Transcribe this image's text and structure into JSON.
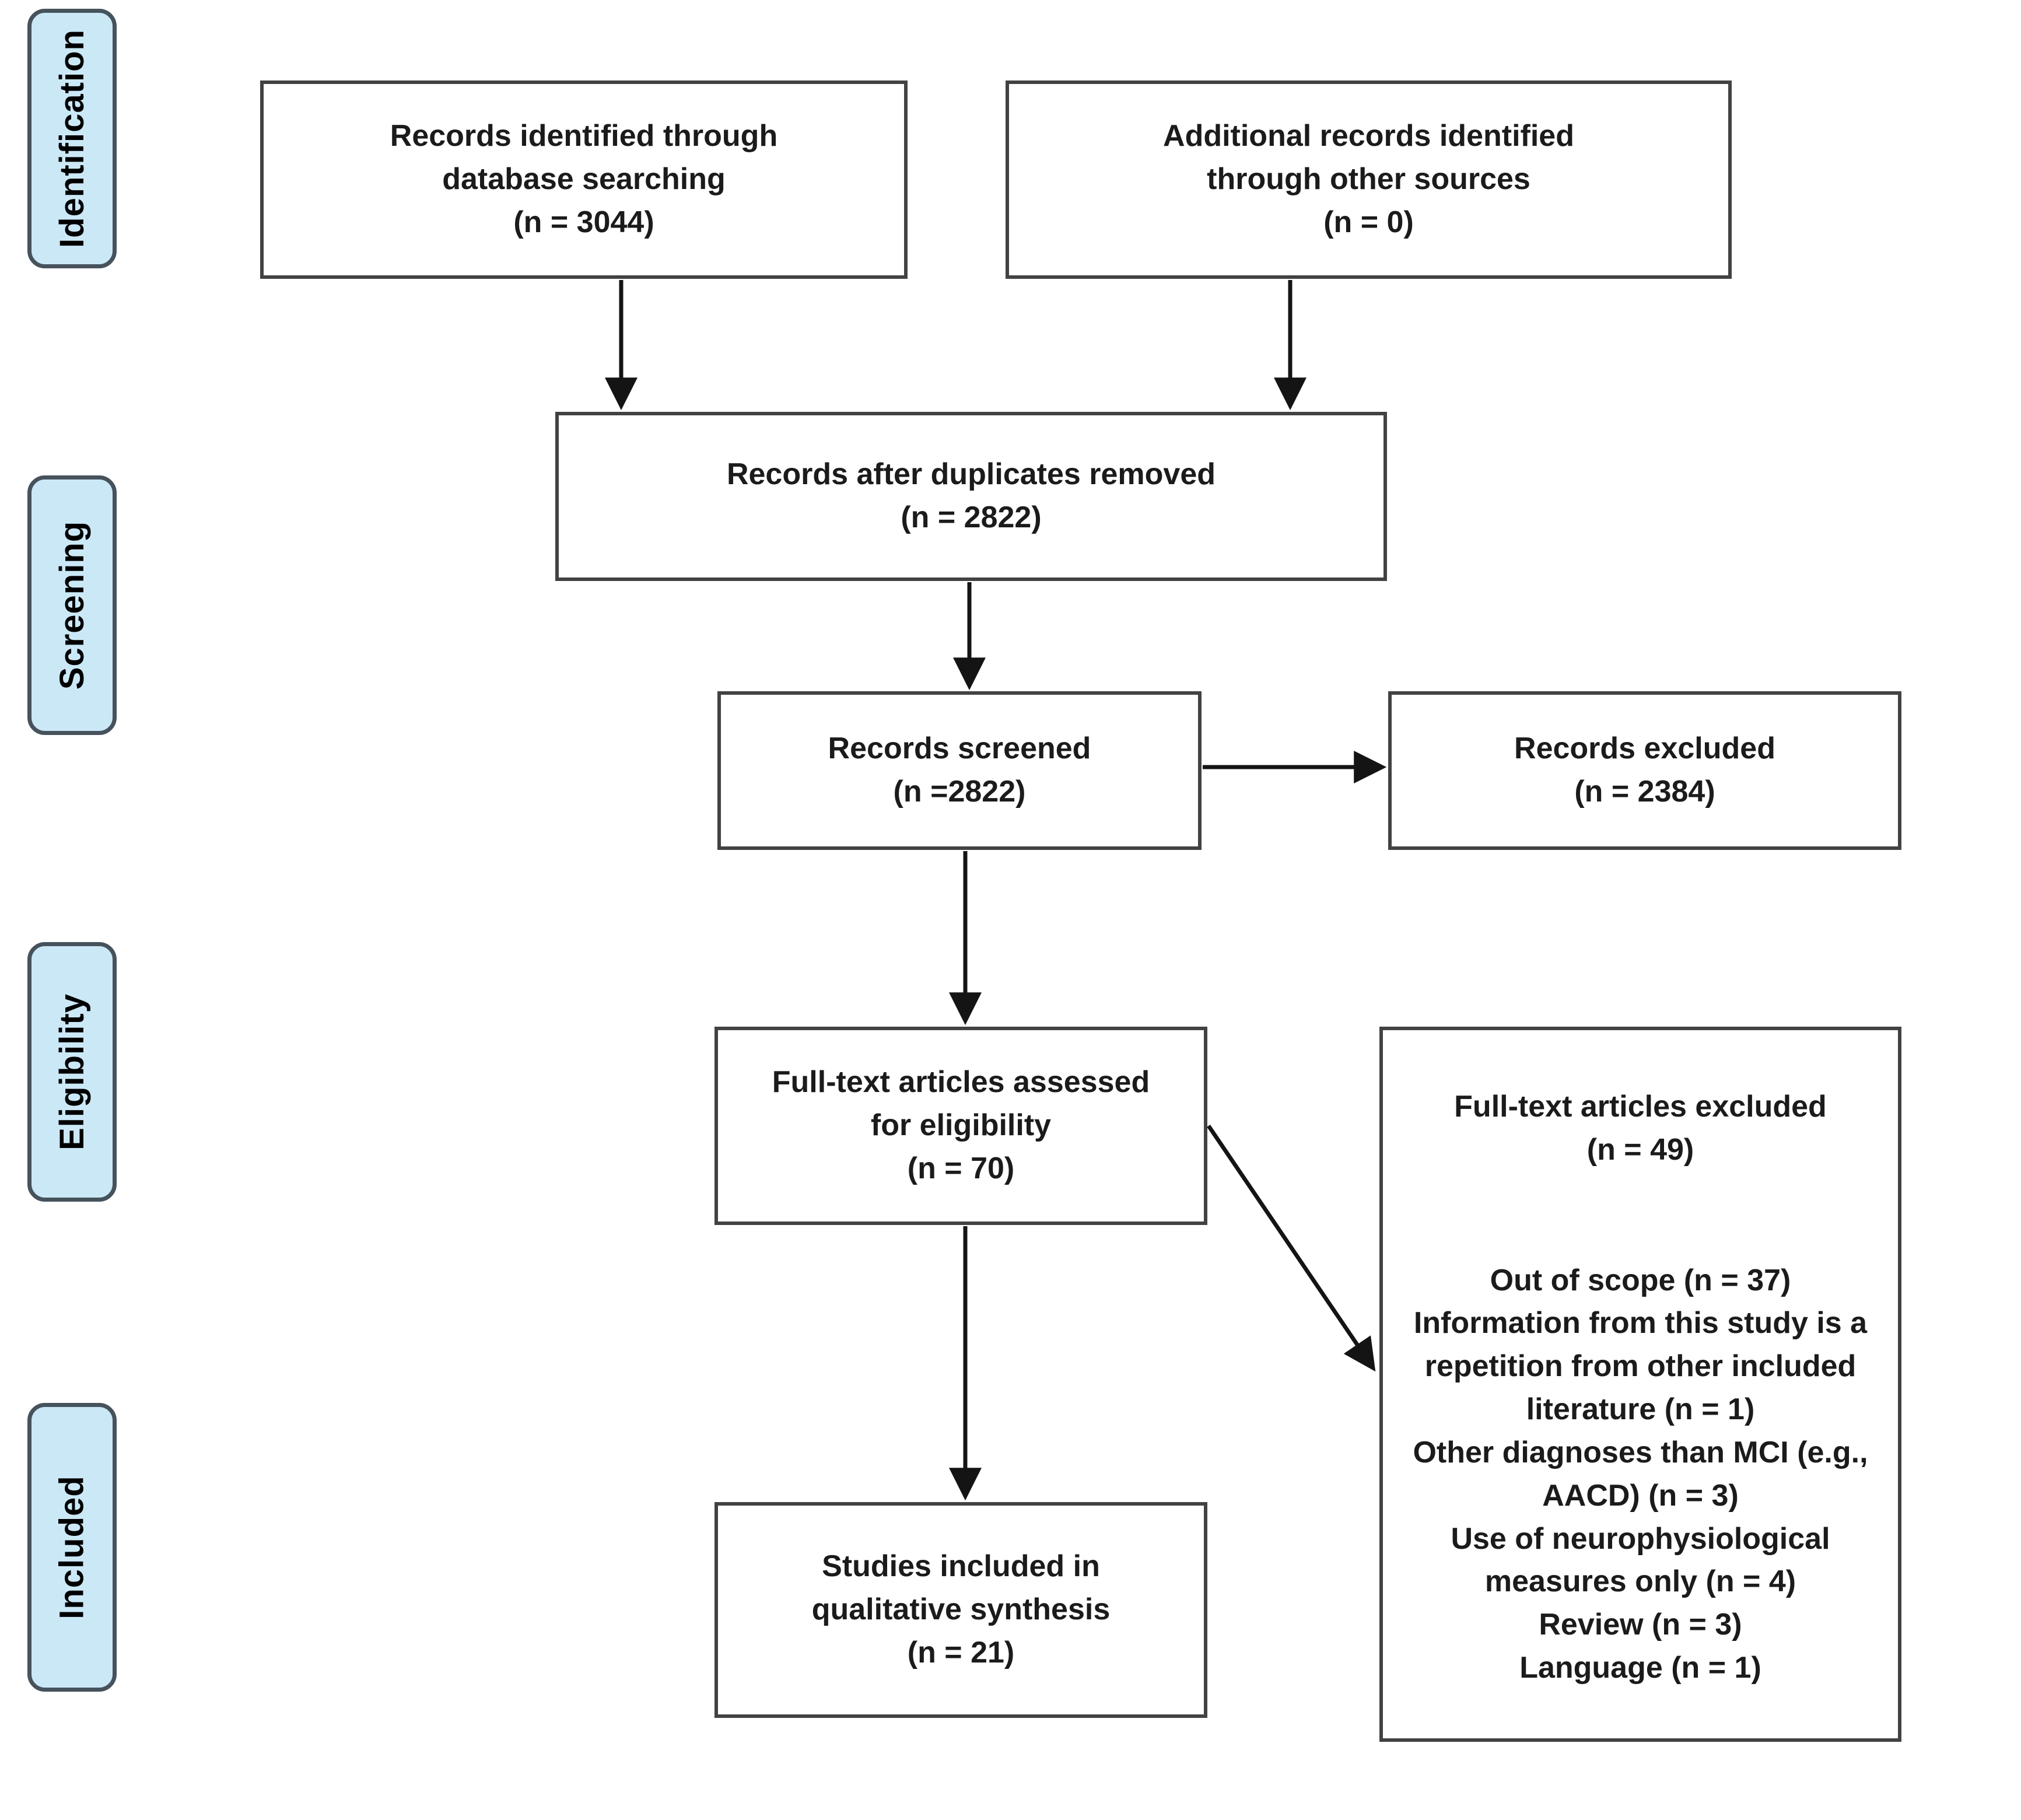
{
  "stages": [
    {
      "label": "Identification"
    },
    {
      "label": "Screening"
    },
    {
      "label": "Eligibility"
    },
    {
      "label": "Included"
    }
  ],
  "boxes": {
    "identified": {
      "line1": "Records identified through",
      "line2": "database searching",
      "line3": "(n = 3044)"
    },
    "additional": {
      "line1": "Additional records identified",
      "line2": "through other sources",
      "line3": "(n = 0)"
    },
    "after_duplicates": {
      "line1": "Records after duplicates removed",
      "line2": "(n = 2822)"
    },
    "screened": {
      "line1": "Records screened",
      "line2": "(n =2822)"
    },
    "records_excluded": {
      "line1": "Records excluded",
      "line2": "(n = 2384)"
    },
    "fulltext_assessed": {
      "line1": "Full-text articles assessed",
      "line2": "for eligibility",
      "line3": "(n = 70)"
    },
    "fulltext_excluded": {
      "line1": "Full-text articles excluded",
      "line2": "(n = 49)",
      "reasons": [
        "Out of scope (n = 37)",
        "Information from this study is a repetition from other included literature (n = 1)",
        "Other diagnoses than MCI (e.g., AACD) (n = 3)",
        "Use of neurophysiological measures only (n = 4)",
        "Review (n = 3)",
        "Language (n = 1)"
      ]
    },
    "qualitative": {
      "line1": "Studies included in",
      "line2": "qualitative synthesis",
      "line3": "(n = 21)"
    }
  },
  "colors": {
    "stage_fill": "#cbe8f7",
    "stage_border": "#46525c",
    "box_border": "#424242",
    "arrow": "#141414",
    "text": "#1b1b1b",
    "bg": "#ffffff"
  }
}
